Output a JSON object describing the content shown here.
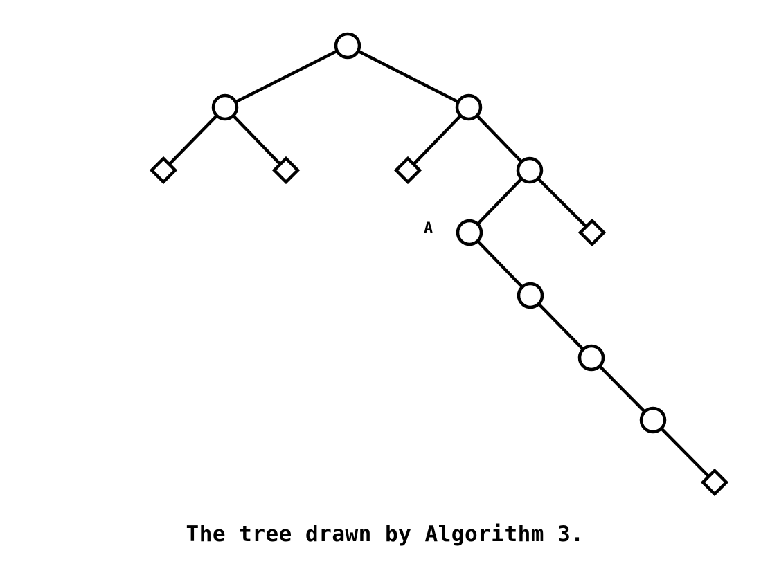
{
  "diagram": {
    "type": "binary-tree",
    "node_label": "A",
    "caption": "The tree drawn by Algorithm 3.",
    "nodes": [
      {
        "id": "root",
        "kind": "internal"
      },
      {
        "id": "n-left",
        "kind": "internal"
      },
      {
        "id": "n-right",
        "kind": "internal"
      },
      {
        "id": "leaf-1",
        "kind": "leaf"
      },
      {
        "id": "leaf-2",
        "kind": "leaf"
      },
      {
        "id": "leaf-3",
        "kind": "leaf"
      },
      {
        "id": "n-right-right",
        "kind": "internal"
      },
      {
        "id": "node-A",
        "kind": "internal",
        "label": "A"
      },
      {
        "id": "leaf-4",
        "kind": "leaf"
      },
      {
        "id": "chain-1",
        "kind": "internal"
      },
      {
        "id": "chain-2",
        "kind": "internal"
      },
      {
        "id": "chain-3",
        "kind": "internal"
      },
      {
        "id": "leaf-5",
        "kind": "leaf"
      }
    ],
    "edges": [
      [
        "root",
        "n-left"
      ],
      [
        "root",
        "n-right"
      ],
      [
        "n-left",
        "leaf-1"
      ],
      [
        "n-left",
        "leaf-2"
      ],
      [
        "n-right",
        "leaf-3"
      ],
      [
        "n-right",
        "n-right-right"
      ],
      [
        "n-right-right",
        "node-A"
      ],
      [
        "n-right-right",
        "leaf-4"
      ],
      [
        "node-A",
        "chain-1"
      ],
      [
        "chain-1",
        "chain-2"
      ],
      [
        "chain-2",
        "chain-3"
      ],
      [
        "chain-3",
        "leaf-5"
      ]
    ]
  }
}
